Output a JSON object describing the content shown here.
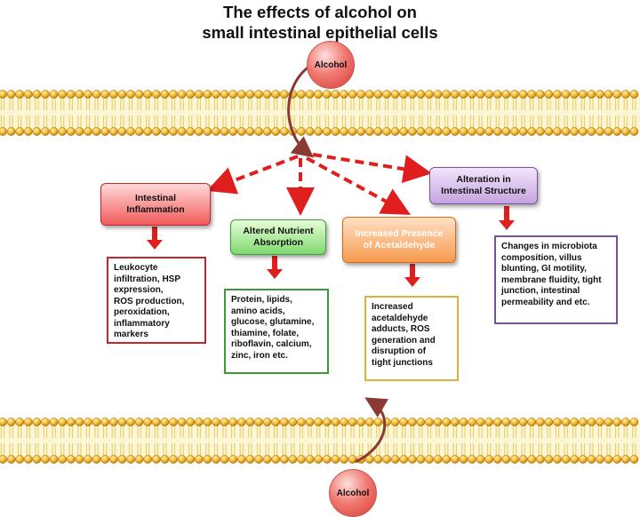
{
  "title_line1": "The effects of alcohol on",
  "title_line2": "small intestinal epithelial cells",
  "alcohol_top": "Alcohol",
  "alcohol_bottom": "Alcohol",
  "categories": [
    {
      "label": "Intestinal\nInflammation",
      "color": "#f25b5b",
      "details": "Leukocyte\ninfiltration, HSP\nexpression,\nROS production,\nperoxidation,\ninflammatory\nmarkers",
      "detail_border": "#c0272d"
    },
    {
      "label": "Altered Nutrient\nAbsorption",
      "color": "#7fd96f",
      "details": "Protein, lipids,\namino acids,\nglucose, glutamine,\nthiamine, folate,\nriboflavin, calcium,\nzinc, iron etc.",
      "detail_border": "#3a9a3a"
    },
    {
      "label": "Increased Presence\nof Acetaldehyde",
      "color": "#f79a4e",
      "details": "Increased\nacetaldehyde\nadducts, ROS\ngeneration and\ndisruption  of\ntight junctions",
      "detail_border": "#d8b43a"
    },
    {
      "label": "Alteration in\nIntestinal Structure",
      "color": "#c5a4e0",
      "details": "Changes in microbiota\ncomposition, villus\nblunting, GI motility,\nmembrane fluidity, tight\njunction, intestinal\npermeability and etc.",
      "detail_border": "#7a4f9e"
    }
  ],
  "arrow_color": "#e01e1e"
}
